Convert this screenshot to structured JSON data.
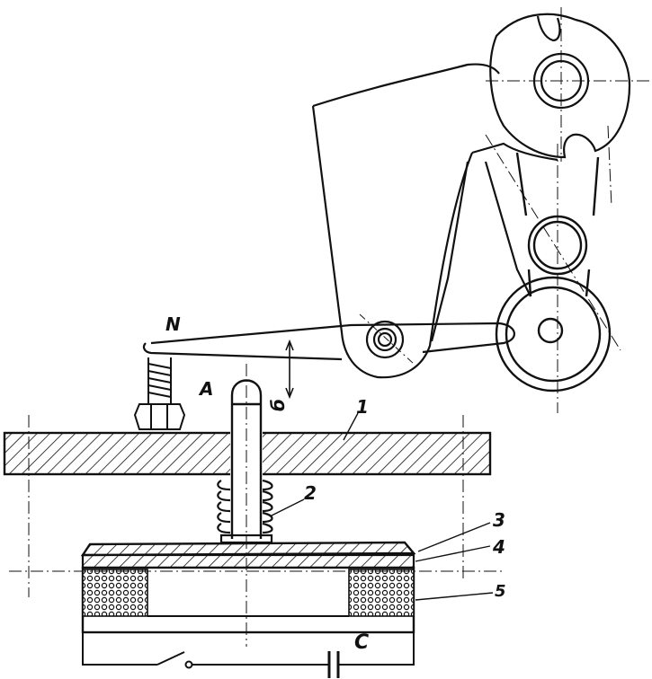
{
  "labels": {
    "N": "N",
    "A": "A",
    "gap": "б",
    "part1": "1",
    "part2": "2",
    "part3": "3",
    "part4": "4",
    "part5": "5",
    "capacitor": "C"
  },
  "colors": {
    "ink": "#111111",
    "background": "#ffffff"
  }
}
